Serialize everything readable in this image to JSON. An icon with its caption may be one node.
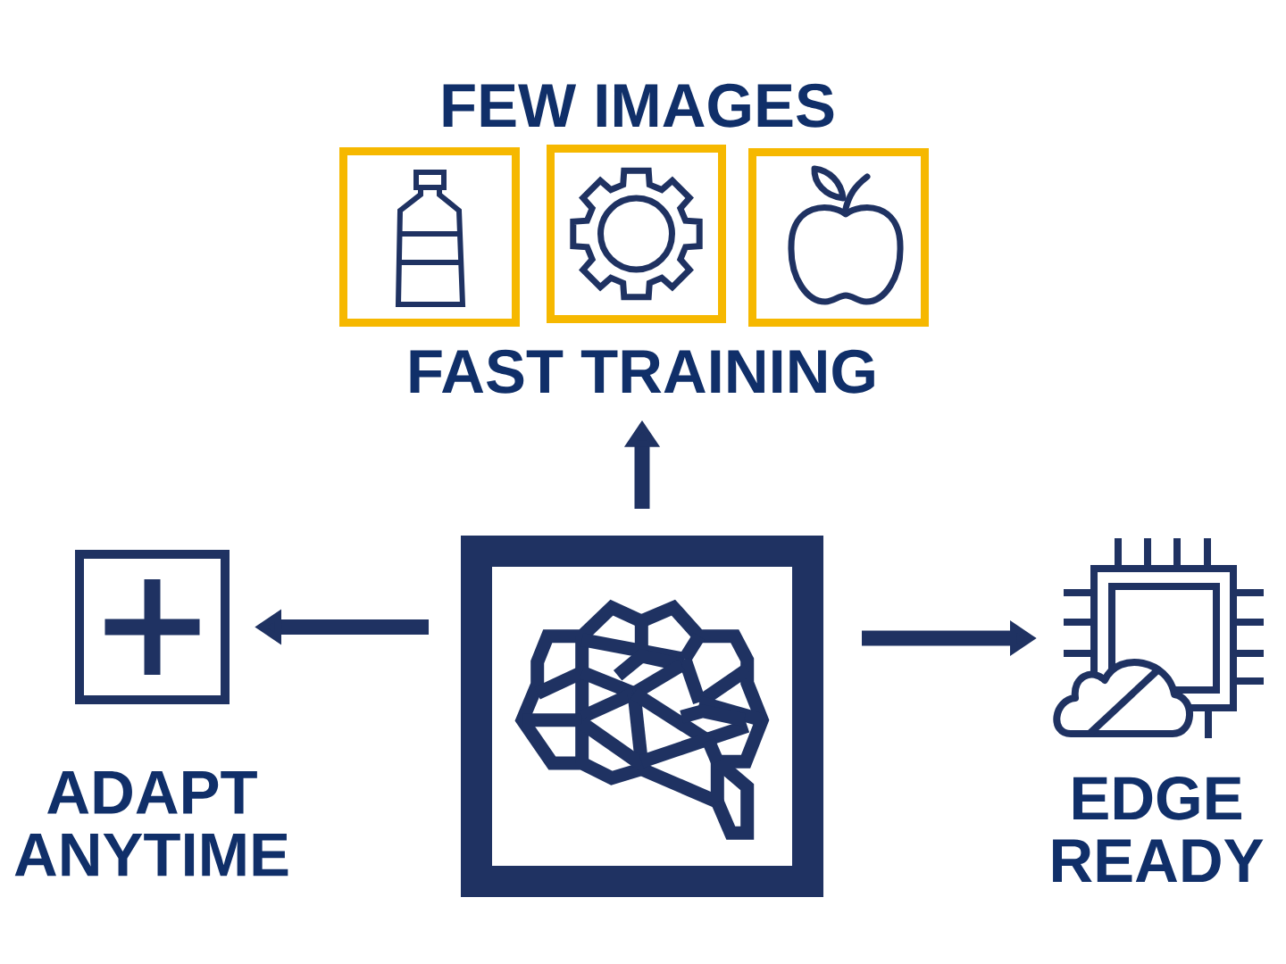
{
  "diagram": {
    "nodes": [
      {
        "text": [],
        "shape": "picture"
      },
      {
        "text": [],
        "shape": "picture"
      },
      {
        "text": [],
        "shape": "picture"
      },
      {
        "text": [
          "FAST TRAINING"
        ]
      },
      {
        "text": [],
        "shape": "picture",
        "beside": [
          "ADAPT ANYTIME"
        ]
      },
      {
        "text": [],
        "shape": "picture"
      },
      {
        "text": [],
        "shape": "picture",
        "beside": [
          "EDGE READY"
        ]
      }
    ],
    "edges": [
      {
        "from": 5,
        "to": 3,
        "arrow": "to"
      },
      {
        "from": 5,
        "to": 4,
        "arrow": "to"
      },
      {
        "from": 5,
        "to": 6,
        "arrow": "to"
      }
    ],
    "labels": [
      "FEW IMAGES"
    ]
  }
}
